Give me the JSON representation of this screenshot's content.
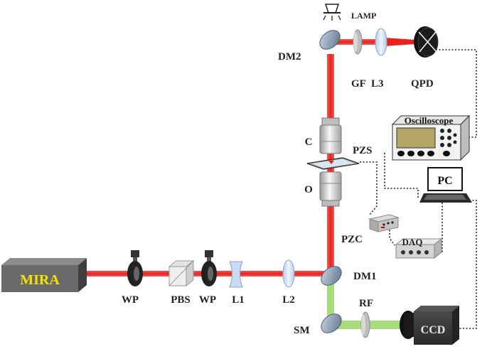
{
  "labels": {
    "mira": "MIRA",
    "wp1": "WP",
    "pbs": "PBS",
    "wp2": "WP",
    "l1": "L1",
    "l2": "L2",
    "dm1": "DM1",
    "sm": "SM",
    "rf": "RF",
    "ccd": "CCD",
    "o": "O",
    "c": "C",
    "pzs": "PZS",
    "pzc": "PZC",
    "daq": "DAQ",
    "pc": "PC",
    "oscilloscope": "Oscilloscope",
    "dm2": "DM2",
    "lamp": "LAMP",
    "gf": "GF",
    "l3": "L3",
    "qpd": "QPD"
  },
  "colors": {
    "laser": "#e8231f",
    "green_beam": "#9fd76a",
    "mira_label": "#f5e400",
    "optic_blue": "#c9dbf0"
  }
}
